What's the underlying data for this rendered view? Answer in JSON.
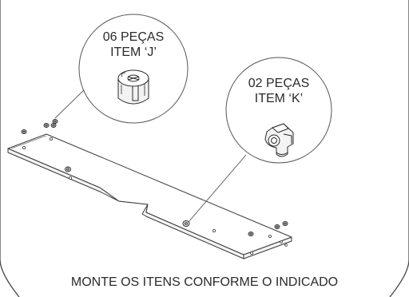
{
  "callout_j": {
    "quantity": "06 PEÇAS",
    "item": "ITEM ‘J’"
  },
  "callout_k": {
    "quantity": "02 PEÇAS",
    "item": "ITEM ‘K’"
  },
  "instruction": "MONTE OS ITENS CONFORME O INDICADO",
  "colors": {
    "line": "#3a3a3a",
    "background": "#ffffff"
  }
}
